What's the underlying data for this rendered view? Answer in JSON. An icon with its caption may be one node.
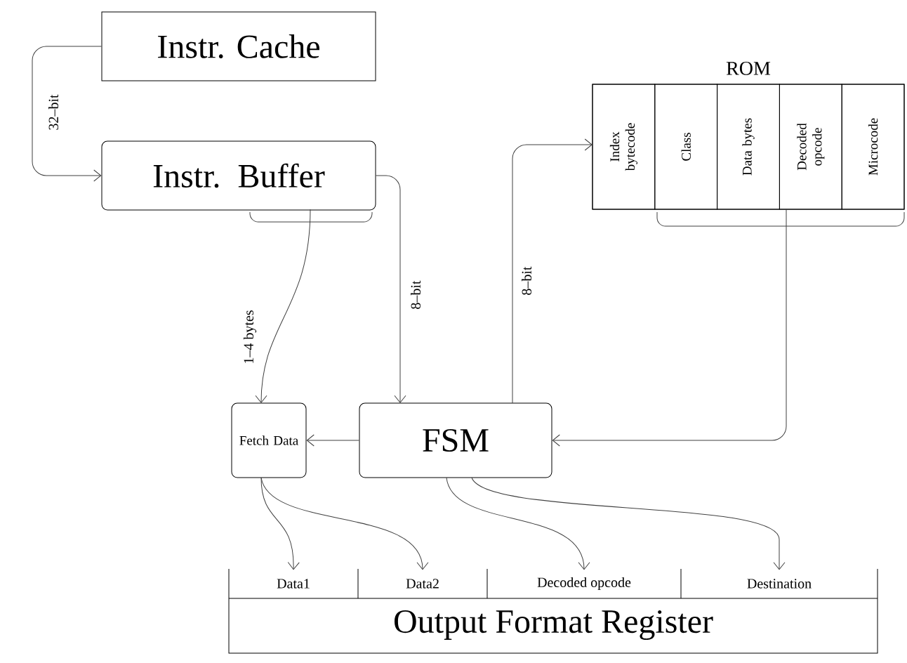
{
  "diagram": {
    "nodes": [
      {
        "text": [
          "Instr. Cache"
        ]
      },
      {
        "text": [
          "Instr. Buffer"
        ]
      },
      {
        "text": [
          "ROM"
        ]
      },
      {
        "text": [
          "Index bytecode"
        ],
        "in": 2
      },
      {
        "text": [
          "Class"
        ],
        "in": 2
      },
      {
        "text": [
          "Data bytes"
        ],
        "in": 2
      },
      {
        "text": [
          "Decoded opcode"
        ],
        "in": 2
      },
      {
        "text": [
          "Microcode"
        ],
        "in": 2
      },
      {
        "text": [
          "Fetch Data"
        ]
      },
      {
        "text": [
          "FSM"
        ]
      },
      {
        "text": [
          "Output Format Register"
        ]
      },
      {
        "text": [
          "Data1"
        ],
        "in": 10
      },
      {
        "text": [
          "Data2"
        ],
        "in": 10
      },
      {
        "text": [
          "Decoded opcode"
        ],
        "in": 10
      },
      {
        "text": [
          "Destination"
        ],
        "in": 10
      }
    ],
    "edges": [
      {
        "from": 0,
        "to": 1,
        "arrow": "to",
        "label": "32–bit"
      },
      {
        "from": 1,
        "to": 8,
        "arrow": "to",
        "label": "1–4 bytes"
      },
      {
        "from": 1,
        "to": 9,
        "arrow": "to",
        "label": "8–bit"
      },
      {
        "from": 9,
        "to": 3,
        "arrow": "to",
        "label": "8–bit"
      },
      {
        "from": 2,
        "to": 9,
        "arrow": "to"
      },
      {
        "from": 9,
        "to": 8,
        "arrow": "to"
      },
      {
        "from": 8,
        "to": 11,
        "arrow": "to"
      },
      {
        "from": 8,
        "to": 12,
        "arrow": "to"
      },
      {
        "from": 9,
        "to": 13,
        "arrow": "to"
      },
      {
        "from": 9,
        "to": 14,
        "arrow": "to"
      }
    ]
  }
}
